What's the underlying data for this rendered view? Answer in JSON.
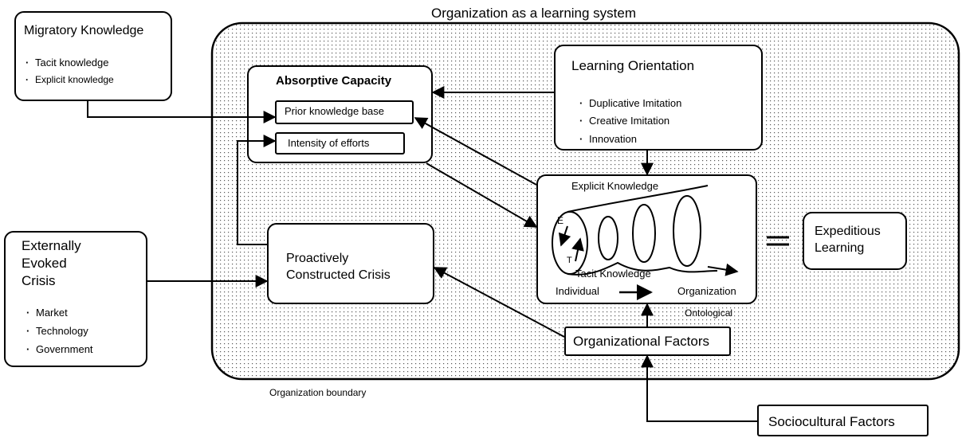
{
  "title": "Organization as a learning system",
  "organization_boundary_label": "Organization boundary",
  "migratory_knowledge": {
    "title": "Migratory Knowledge",
    "items": [
      "Tacit knowledge",
      "Explicit knowledge"
    ]
  },
  "absorptive_capacity": {
    "title": "Absorptive Capacity",
    "prior_knowledge_base": "Prior knowledge base",
    "intensity_of_efforts": "Intensity of efforts"
  },
  "learning_orientation": {
    "title": "Learning Orientation",
    "items": [
      "Duplicative Imitation",
      "Creative Imitation",
      "Innovation"
    ]
  },
  "externally_evoked_crisis": {
    "title_lines": [
      "Externally",
      "Evoked",
      "Crisis"
    ],
    "items": [
      "Market",
      "Technology",
      "Government"
    ]
  },
  "proactively_constructed_crisis": {
    "title_lines": [
      "Proactively",
      "Constructed Crisis"
    ]
  },
  "knowledge_spiral": {
    "explicit_label": "Explicit Knowledge",
    "tacit_label": "Tacit Knowledge",
    "individual_label": "Individual",
    "organization_label": "Organization",
    "ontological_label": "Ontological",
    "e_letter": "E",
    "t_letter": "T"
  },
  "equivalence_sign": "=",
  "expeditious_learning": {
    "title_lines": [
      "Expeditious",
      "Learning"
    ]
  },
  "organizational_factors": "Organizational Factors",
  "sociocultural_factors": "Sociocultural Factors"
}
